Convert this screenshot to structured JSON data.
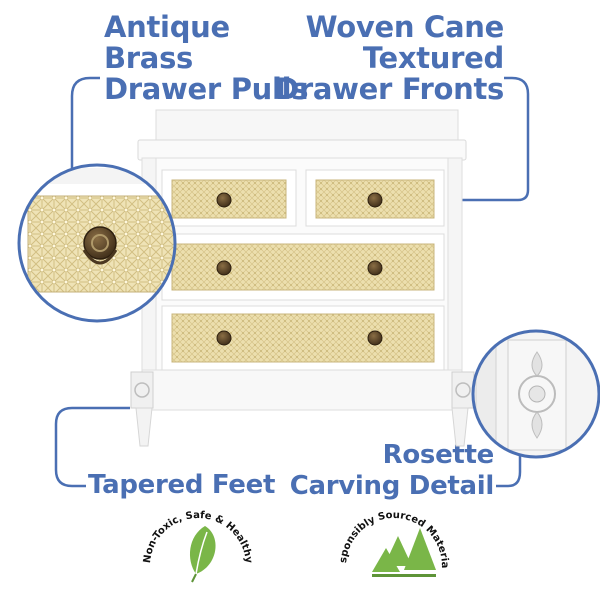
{
  "callouts": {
    "brass": [
      "Antique",
      "Brass",
      "Drawer Pulls"
    ],
    "cane": [
      "Woven Cane",
      "Textured",
      "Drawer Fronts"
    ],
    "feet": "Tapered Feet",
    "rosette": [
      "Rosette",
      "Carving Detail"
    ]
  },
  "badges": {
    "non_toxic": "Non-Toxic, Safe & Healthy",
    "sourced": "Responsibly Sourced Materials"
  },
  "colors": {
    "accent": "#4a6fb3",
    "cane": "#e8ddb0",
    "leaf": "#7ab648"
  }
}
